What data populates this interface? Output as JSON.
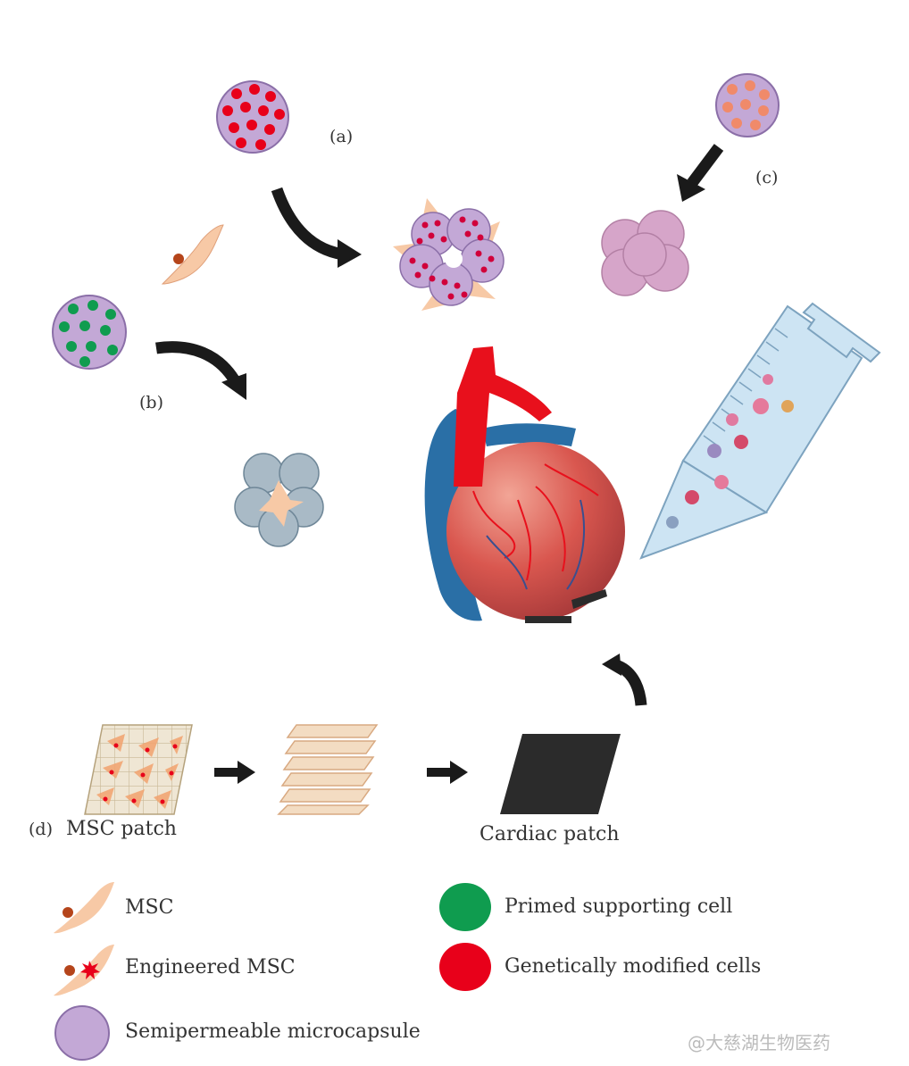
{
  "panels": {
    "a": "(a)",
    "b": "(b)",
    "c": "(c)",
    "d": "(d)"
  },
  "captions": {
    "msc_patch": "MSC patch",
    "cardiac_patch": "Cardiac patch"
  },
  "legend": [
    {
      "key": "msc",
      "label": "MSC"
    },
    {
      "key": "engineered_msc",
      "label": "Engineered MSC"
    },
    {
      "key": "microcapsule",
      "label": "Semipermeable microcapsule"
    },
    {
      "key": "primed_cell",
      "label": "Primed supporting cell"
    },
    {
      "key": "modified_cells",
      "label": "Genetically modified cells"
    }
  ],
  "colors": {
    "msc": "#f7c9a6",
    "msc_nucleus": "#b5451b",
    "capsule": "#c3a8d6",
    "capsule_edge": "#8b6fa8",
    "red_cell": "#e8001a",
    "green_cell": "#0f9c4f",
    "arrow": "#1a1a1a",
    "heart": "#d9574f",
    "vessel_red": "#e8101c",
    "vessel_blue": "#2a6fa6",
    "patch": "#2b2b2b",
    "syringe": "#cde4f3"
  },
  "watermark": "@大慈湖生物医药"
}
